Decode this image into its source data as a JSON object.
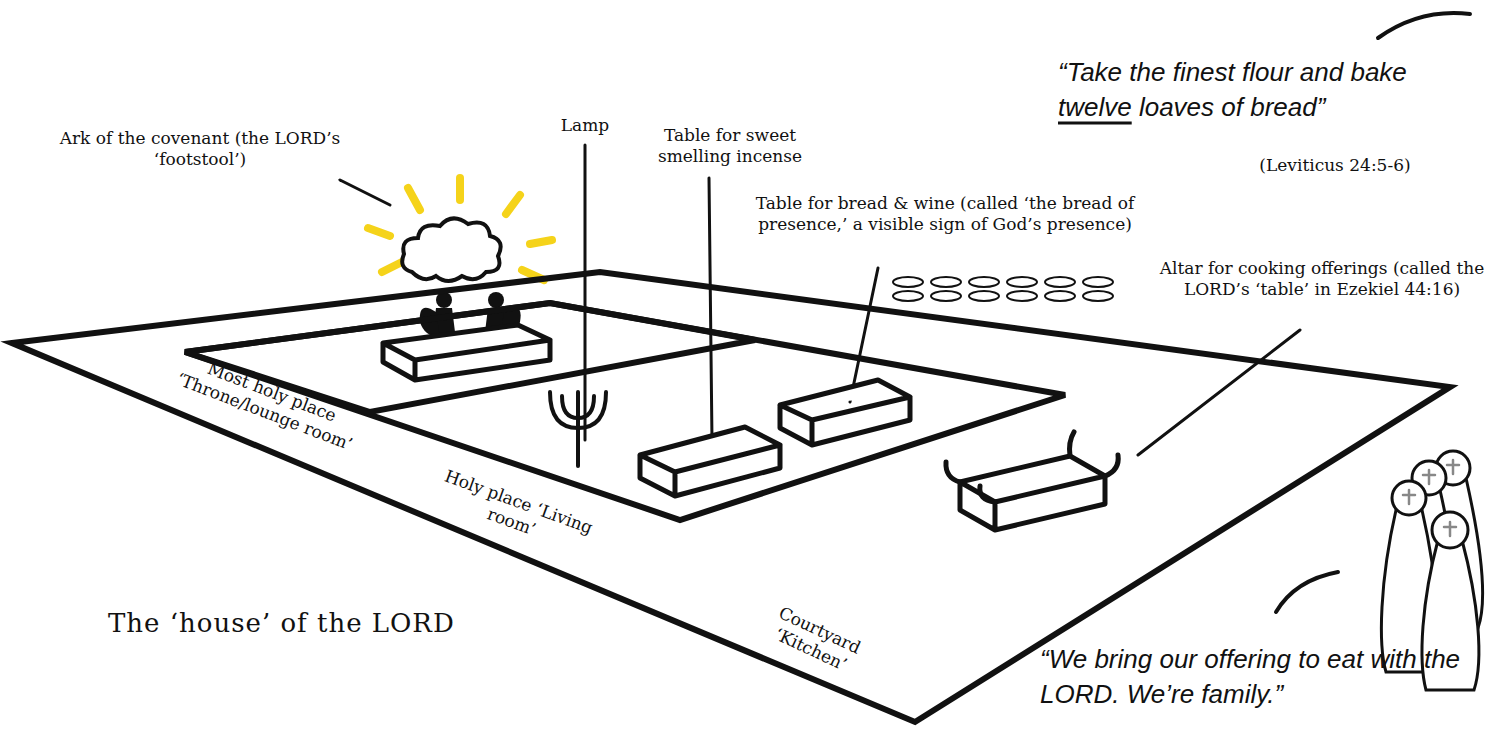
{
  "diagram": {
    "title": "The ‘house’ of the LORD",
    "nodes": [
      {
        "text": [
          "Courtyard ‘Kitchen’"
        ]
      },
      {
        "text": [
          "Holy place ‘Living room’"
        ],
        "in": 0
      },
      {
        "text": [
          "Most holy place ‘Throne/lounge room’"
        ],
        "in": 1
      }
    ],
    "labels": [
      "Ark of the covenant (the LORD’s ‘footstool’)",
      "Lamp",
      "Table for sweet smelling incense",
      "Table for bread & wine (called ‘the bread of presence,’ a visible sign of God’s presence)",
      "Altar for cooking offerings (called the LORD’s ‘table’ in Ezekiel 44:16)",
      "“Take the finest flour and bake twelve loaves of bread”",
      "(Leviticus 24:5-6)",
      "“We bring our offering to eat with the LORD. We’re family.”"
    ]
  }
}
